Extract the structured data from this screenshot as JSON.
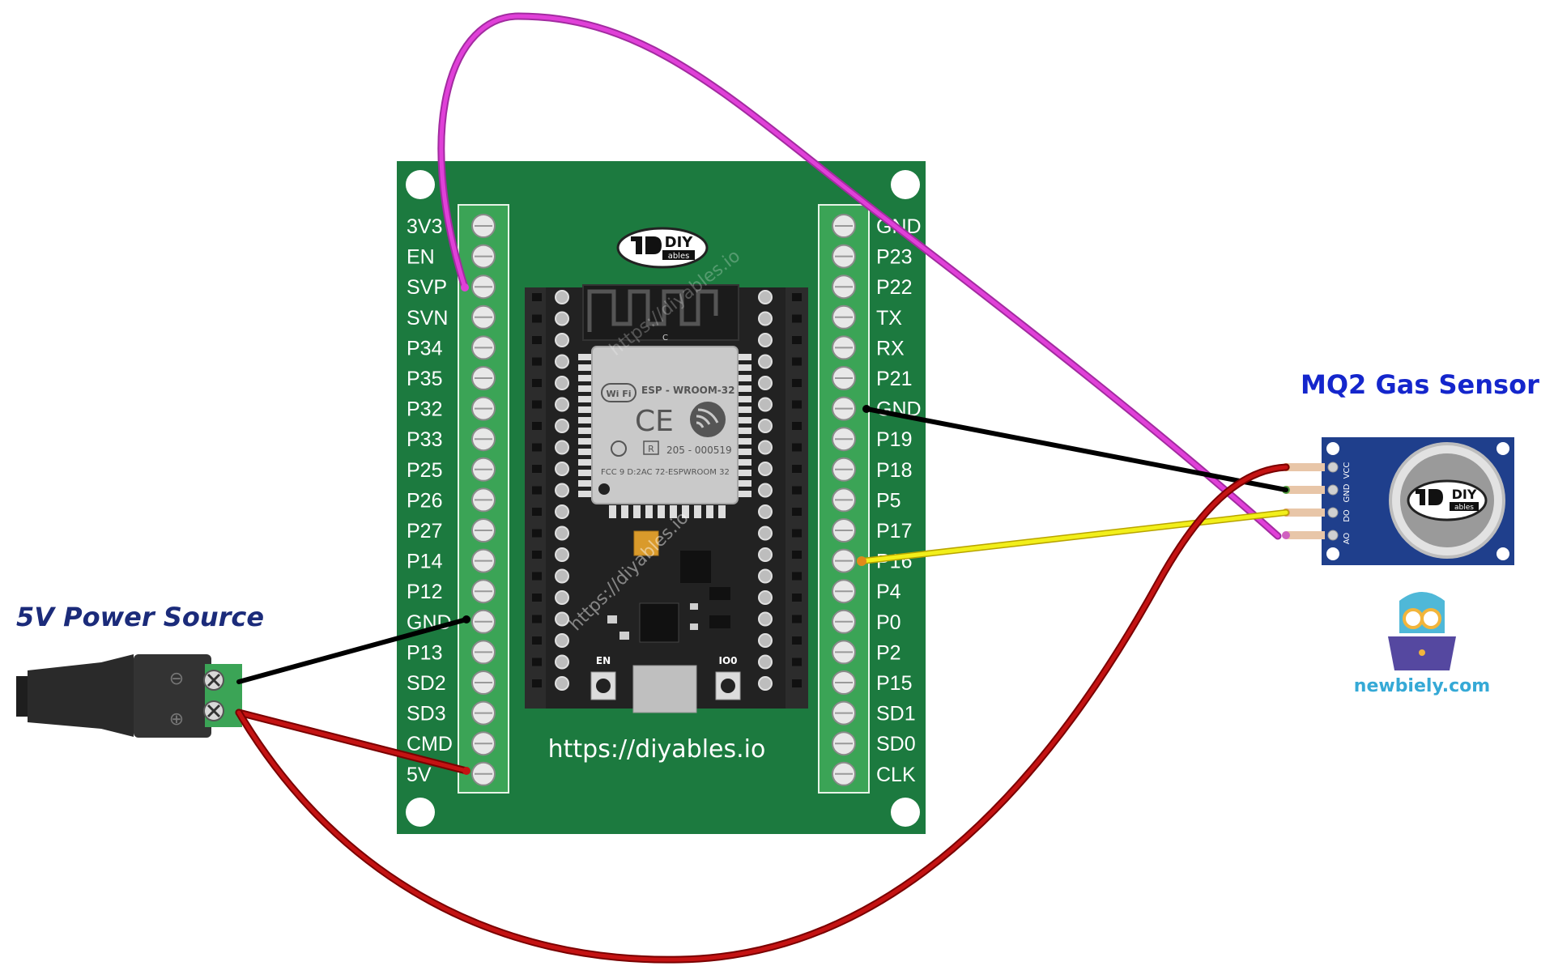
{
  "power_source": {
    "title": "5V Power Source",
    "minus_symbol": "⊖",
    "plus_symbol": "⊕"
  },
  "board": {
    "left_pins": [
      "3V3",
      "EN",
      "SVP",
      "SVN",
      "P34",
      "P35",
      "P32",
      "P33",
      "P25",
      "P26",
      "P27",
      "P14",
      "P12",
      "GND",
      "P13",
      "SD2",
      "SD3",
      "CMD",
      "5V"
    ],
    "right_pins": [
      "GND",
      "P23",
      "P22",
      "TX",
      "RX",
      "P21",
      "GND",
      "P19",
      "P18",
      "P5",
      "P17",
      "P16",
      "P4",
      "P0",
      "P2",
      "P15",
      "SD1",
      "SD0",
      "CLK"
    ],
    "url": "https://diyables.io",
    "logo_text": "DIY",
    "logo_subtext": "ables",
    "watermark": "https://diyables.io",
    "module_name": "ESP - WROOM-32",
    "ce_mark": "CE",
    "wifi_badge": "Wi Fi",
    "reg_r": "R",
    "reg_number": "205 - 000519",
    "fcc_text": "FCC 9 D:2AC 72-ESPWROOM 32",
    "btn_en": "EN",
    "btn_io0": "IO0",
    "antenna_c": "C"
  },
  "sensor": {
    "title": "MQ2 Gas Sensor",
    "pins": [
      "VCC",
      "GND",
      "DO",
      "AO"
    ],
    "logo_text": "DIY",
    "logo_subtext": "ables"
  },
  "brand": {
    "text": "newbiely.com"
  },
  "colors": {
    "board_green": "#1c7a3f",
    "terminal_green": "#3ba456",
    "wire_magenta": "#e040d8",
    "wire_black": "#111111",
    "wire_red": "#c41313",
    "wire_yellow": "#f2ef1a",
    "title_blue": "#1426cc",
    "sensor_blue": "#1f3f8c",
    "brand_cyan": "#35a9d6"
  }
}
